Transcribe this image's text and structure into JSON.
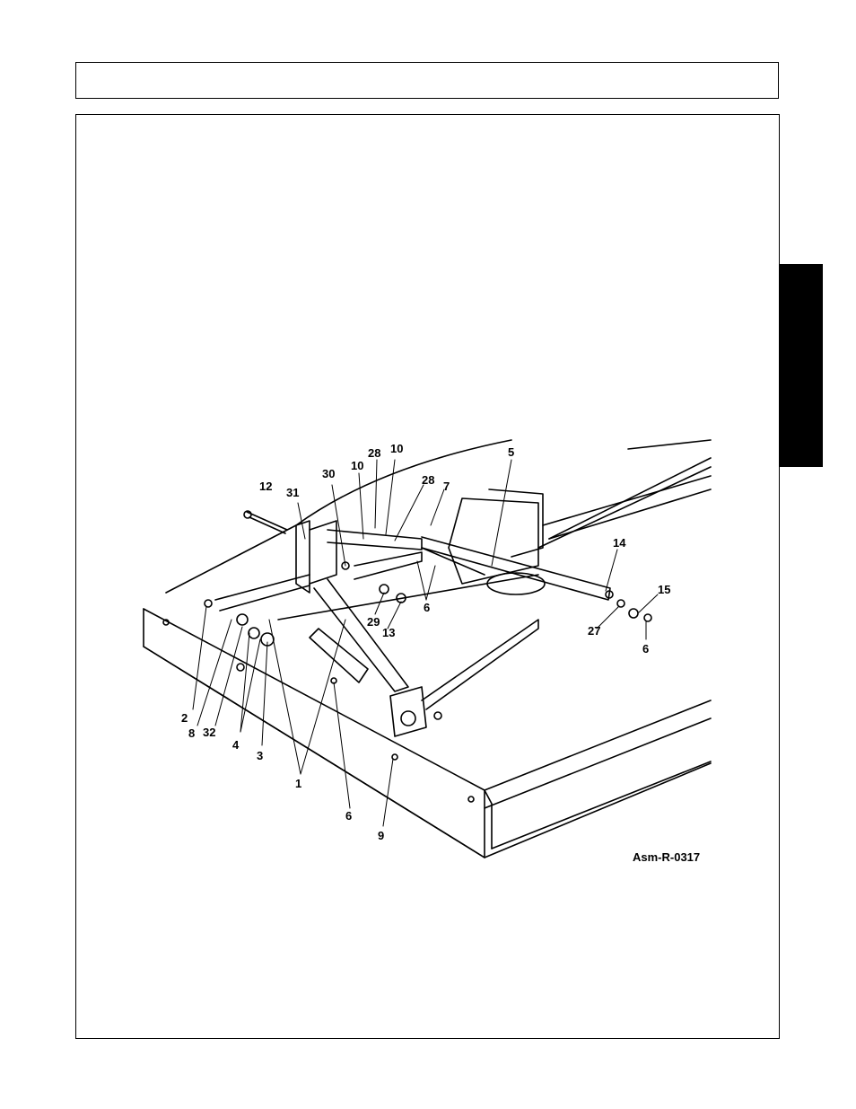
{
  "header": {
    "title": ""
  },
  "figure": {
    "drawing_id": "Asm-R-0317",
    "callouts": [
      {
        "label": "12"
      },
      {
        "label": "31"
      },
      {
        "label": "30"
      },
      {
        "label": "10"
      },
      {
        "label": "28"
      },
      {
        "label": "10"
      },
      {
        "label": "28"
      },
      {
        "label": "7"
      },
      {
        "label": "5"
      },
      {
        "label": "14"
      },
      {
        "label": "15"
      },
      {
        "label": "27"
      },
      {
        "label": "6"
      },
      {
        "label": "6"
      },
      {
        "label": "29"
      },
      {
        "label": "13"
      },
      {
        "label": "2"
      },
      {
        "label": "8"
      },
      {
        "label": "32"
      },
      {
        "label": "4"
      },
      {
        "label": "3"
      },
      {
        "label": "1"
      },
      {
        "label": "6"
      },
      {
        "label": "9"
      }
    ]
  },
  "side_tab": {
    "color": "#000000"
  }
}
